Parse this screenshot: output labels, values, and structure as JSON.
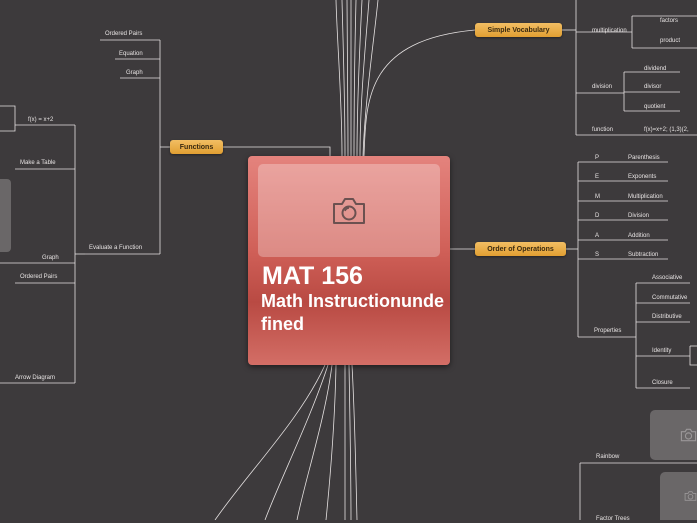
{
  "central": {
    "title": "MAT 156",
    "subtitle": "Math Instructionundefined",
    "image_icon": "camera-icon"
  },
  "topics": {
    "simple_vocabulary": "Simple Vocabulary",
    "functions": "Functions",
    "order_of_operations": "Order of Operations"
  },
  "vocab": {
    "multiplication": "multiplication",
    "factors": "factors",
    "product": "product",
    "division": "division",
    "dividend": "dividend",
    "divisor": "divisor",
    "quotient": "quotient",
    "function": "function",
    "function_example": "f(x)=x+2; (1,3)(2,"
  },
  "functions": {
    "ordered_pairs": "Ordered Pairs",
    "equation": "Equation",
    "graph": "Graph",
    "evaluate": "Evaluate a Function",
    "fx": "f(x) = x+2",
    "make_table": "Make a Table",
    "graph2": "Graph",
    "ordered_pairs2": "Ordered Pairs",
    "arrow_diagram": "Arrow Diagram"
  },
  "pemdas": [
    {
      "letter": "P",
      "word": "Parenthesis"
    },
    {
      "letter": "E",
      "word": "Exponents"
    },
    {
      "letter": "M",
      "word": "Multiplication"
    },
    {
      "letter": "D",
      "word": "Division"
    },
    {
      "letter": "A",
      "word": "Addition"
    },
    {
      "letter": "S",
      "word": "Subtraction"
    }
  ],
  "properties": {
    "label": "Properties",
    "items": [
      "Associative",
      "Commutative",
      "Distributive",
      "Identity",
      "Closure"
    ]
  },
  "rainbow": "Rainbow",
  "factor_trees": "Factor Trees",
  "colors": {
    "background": "#3d3a3c",
    "central": "#cf5f58",
    "topic": "#eeb24f",
    "line": "#e8e4e4"
  }
}
